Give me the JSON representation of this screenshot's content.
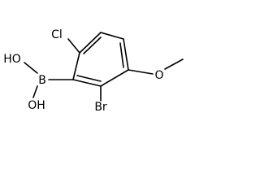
{
  "molecule": {
    "atoms": {
      "chlorine": "Cl",
      "boron": "B",
      "hydroxyl_upper": "HO",
      "hydroxyl_lower": "OH",
      "bromine": "Br",
      "methoxy_oxygen": "O"
    },
    "colors": {
      "bond": "#000000",
      "text": "#000000",
      "background": "#ffffff"
    }
  }
}
